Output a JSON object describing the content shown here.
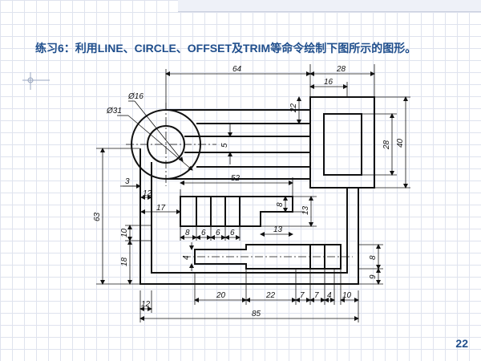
{
  "slide": {
    "title": "练习6：利用LINE、CIRCLE、OFFSET及TRIM等命令绘制下图所示的图形。",
    "page_number": "22"
  },
  "drawing": {
    "dimensions": {
      "d64": "64",
      "d28_top": "28",
      "d16": "16",
      "d_phi16": "Ø16",
      "d_phi31": "Ø31",
      "d22_v": "22",
      "d5": "5",
      "d28_v": "28",
      "d40": "40",
      "d3": "3",
      "d12_mid": "12",
      "d52": "52",
      "d17": "17",
      "d8_v": "8",
      "d13_v": "13",
      "d63": "63",
      "d8_a": "8",
      "d6_a": "6",
      "d6_b": "6",
      "d6_c": "6",
      "d13_h": "13",
      "d10": "10",
      "d4": "4",
      "d8_right": "8",
      "d18": "18",
      "d9": "9",
      "d20": "20",
      "d22_h": "22",
      "d7_a": "7",
      "d7_b": "7",
      "d4_b": "4",
      "d10_b": "10",
      "d12_bottom": "12",
      "d85": "85"
    }
  }
}
